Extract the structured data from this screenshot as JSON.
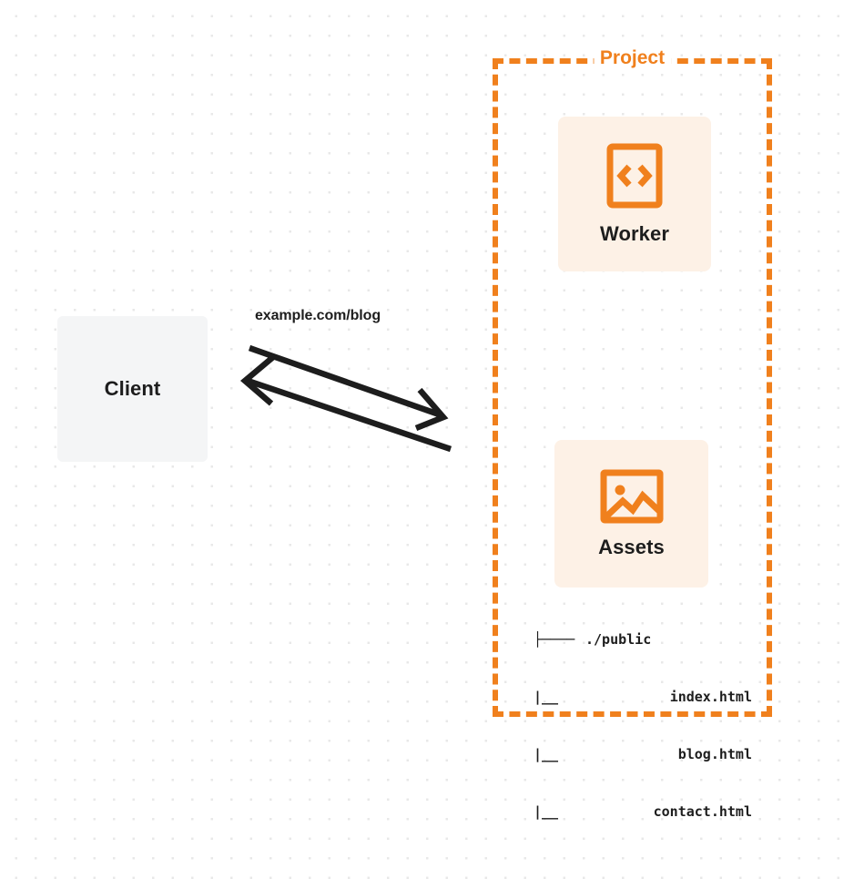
{
  "diagram": {
    "client": {
      "label": "Client",
      "icon": "client-box-icon"
    },
    "connection": {
      "label": "example.com/blog",
      "request_arrow": "arrow-right-icon",
      "response_arrow": "arrow-left-icon"
    },
    "project": {
      "title": "Project",
      "border_color": "#f0801d",
      "services": [
        {
          "name": "worker",
          "label": "Worker",
          "icon": "code-brackets-icon",
          "icon_color": "#f0801d",
          "background": "#fdf1e6"
        },
        {
          "name": "assets",
          "label": "Assets",
          "icon": "image-picture-icon",
          "icon_color": "#f0801d",
          "background": "#fdf1e6"
        }
      ],
      "file_tree": [
        {
          "connector": "├────",
          "name": "./public"
        },
        {
          "connector": "|__",
          "name": "index.html"
        },
        {
          "connector": "|__",
          "name": "blog.html"
        },
        {
          "connector": "|__",
          "name": "contact.html"
        }
      ]
    }
  }
}
